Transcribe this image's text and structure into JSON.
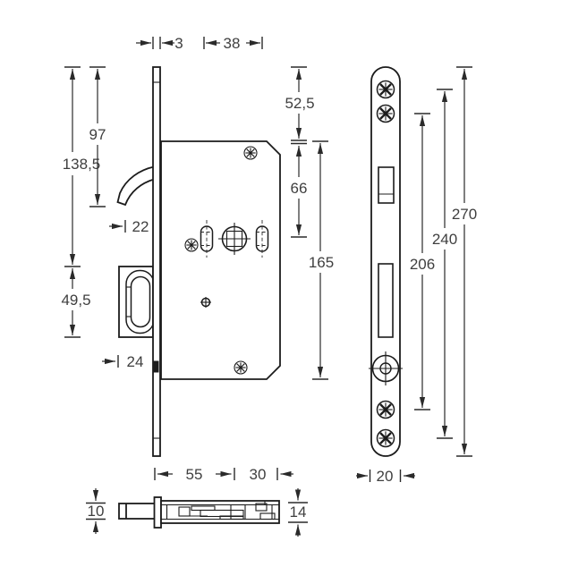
{
  "drawing": {
    "type": "technical-dimension-drawing",
    "subject": "sliding-door hook mortise lock with faceplate, lock case, counter box and strike plate",
    "line_color": "#1c1c1c",
    "text_color": "#3f3f3f",
    "background": "#ffffff"
  },
  "dims": {
    "plate_thickness": "3",
    "backset": "38",
    "top_to_case": "52,5",
    "hook_height": "97",
    "box_top_height": "138,5",
    "hook_throw": "22",
    "box_height": "49,5",
    "pin_throw": "24",
    "case_top_to_hub": "66",
    "case_height": "165",
    "screw_span_inner": "206",
    "screw_span_outer": "240",
    "plate_height": "270",
    "plate_width": "20",
    "case_depth": "55",
    "case_depth_ext": "30",
    "pin_diameter": "10",
    "case_thickness": "14"
  }
}
